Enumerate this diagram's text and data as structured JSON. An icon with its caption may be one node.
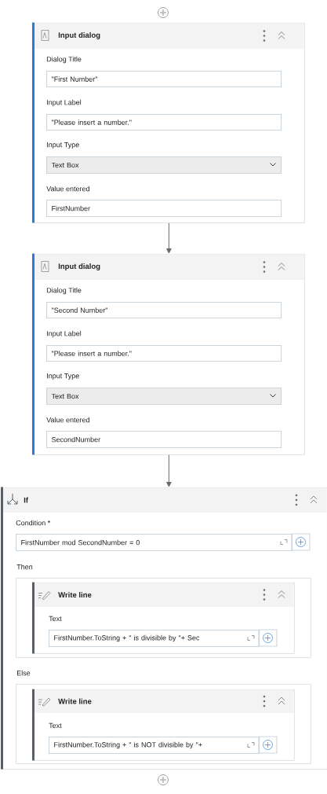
{
  "diagram": {
    "nodes": [
      {
        "text": [
          "Input dialog"
        ]
      },
      {
        "text": [
          "Dialog Title",
          "\"First Number\""
        ],
        "in": 0
      },
      {
        "text": [
          "Input Label",
          "\"Please insert a number.\""
        ],
        "in": 0
      },
      {
        "text": [
          "Input Type",
          "Text Box"
        ],
        "in": 0
      },
      {
        "text": [
          "Value entered",
          "FirstNumber"
        ],
        "in": 0
      },
      {
        "text": [
          "Input dialog"
        ]
      },
      {
        "text": [
          "Dialog Title",
          "\"Second Number\""
        ],
        "in": 5
      },
      {
        "text": [
          "Input Label",
          "\"Please insert a number.\""
        ],
        "in": 5
      },
      {
        "text": [
          "Input Type",
          "Text Box"
        ],
        "in": 5
      },
      {
        "text": [
          "Value entered",
          "SecondNumber"
        ],
        "in": 5
      },
      {
        "text": [
          "If"
        ]
      },
      {
        "text": [
          "Condition *",
          "FirstNumber mod SecondNumber = 0"
        ],
        "in": 10
      },
      {
        "text": [
          "Then"
        ],
        "in": 10
      },
      {
        "text": [
          "Write line"
        ],
        "in": 12
      },
      {
        "text": [
          "Text",
          "FirstNumber.ToString + \" is divisible by \"+ Sec"
        ],
        "in": 13
      },
      {
        "text": [
          "Else"
        ],
        "in": 10
      },
      {
        "text": [
          "Write line"
        ],
        "in": 15
      },
      {
        "text": [
          "Text",
          "FirstNumber.ToString + \" is NOT divisible by \"+"
        ],
        "in": 16
      }
    ],
    "edges": [
      {
        "from": 0,
        "to": 5,
        "arrow": "to"
      },
      {
        "from": 5,
        "to": 10,
        "arrow": "to"
      }
    ]
  }
}
